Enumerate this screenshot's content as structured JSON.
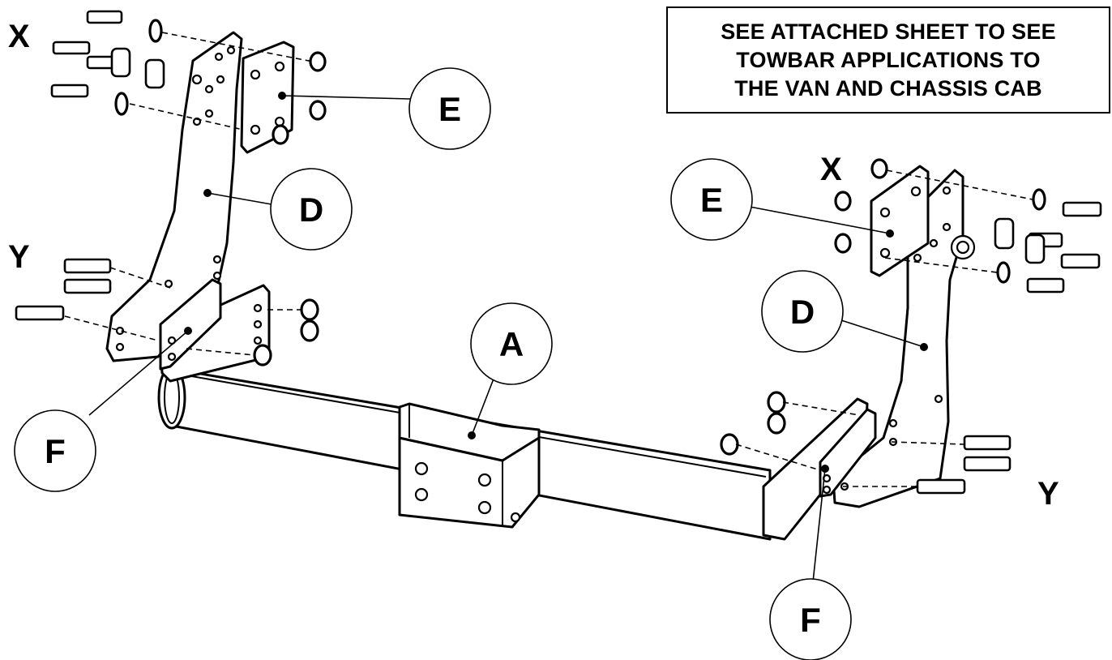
{
  "note": {
    "lines": [
      "SEE ATTACHED SHEET TO SEE",
      "TOWBAR APPLICATIONS TO",
      "THE VAN AND CHASSIS CAB"
    ]
  },
  "side_labels": {
    "x_left": "X",
    "y_left": "Y",
    "x_right": "X",
    "y_right": "Y"
  },
  "callouts": {
    "a": "A",
    "d_left": "D",
    "d_right": "D",
    "e_left": "E",
    "e_right": "E",
    "f_left": "F",
    "f_right": "F"
  }
}
